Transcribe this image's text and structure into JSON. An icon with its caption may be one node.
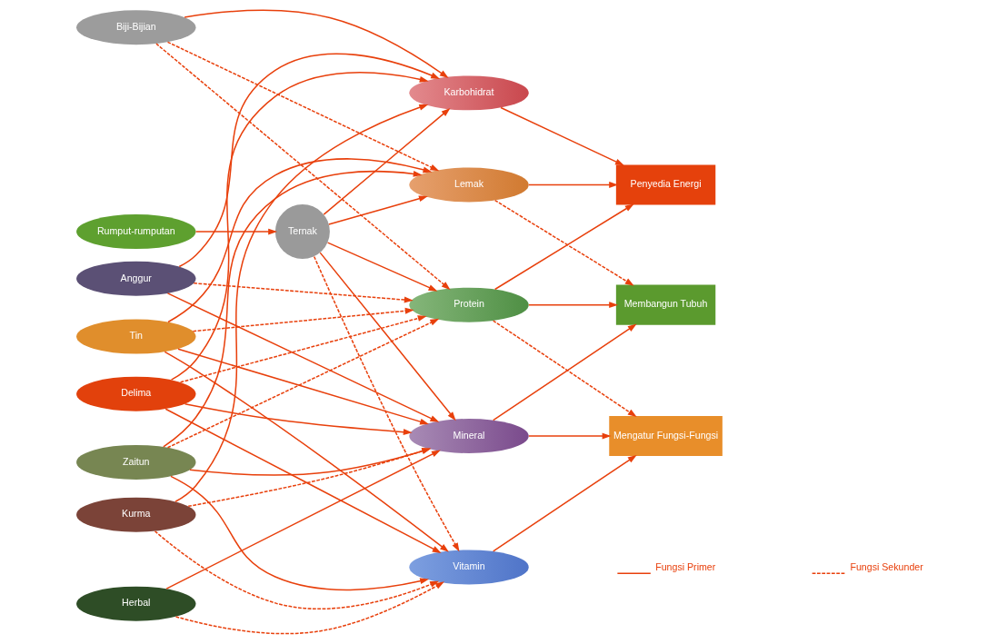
{
  "diagram": {
    "nodes": [
      {
        "text": [
          "Biji-Bijian"
        ]
      },
      {
        "text": [
          "Kurma"
        ]
      },
      {
        "text": [
          "Zaitun"
        ]
      },
      {
        "text": [
          "Anggur"
        ]
      },
      {
        "text": [
          "Delima"
        ]
      },
      {
        "text": [
          "Tin"
        ]
      },
      {
        "text": [
          "Herbal"
        ]
      },
      {
        "text": [
          "Rumput-rumputan"
        ]
      },
      {
        "text": [
          "Ternak"
        ]
      },
      {
        "text": [
          "Karbohidrat"
        ]
      },
      {
        "text": [
          "Lemak"
        ]
      },
      {
        "text": [
          "Protein"
        ]
      },
      {
        "text": [
          "Mineral"
        ]
      },
      {
        "text": [
          "Vitamin"
        ]
      },
      {
        "text": [
          "Penyedia Energi"
        ]
      },
      {
        "text": [
          "Membangun Tubuh"
        ]
      },
      {
        "text": [
          "Mengatur Fungsi-Fungsi"
        ]
      }
    ],
    "edges": [
      {
        "from": 0,
        "to": 9,
        "arrow": "to"
      },
      {
        "from": 0,
        "to": 10,
        "arrow": "to",
        "style": "dashed"
      },
      {
        "from": 0,
        "to": 11,
        "arrow": "to",
        "style": "dashed"
      },
      {
        "from": 1,
        "to": 9,
        "arrow": "to"
      },
      {
        "from": 1,
        "to": 12,
        "arrow": "to",
        "style": "dashed"
      },
      {
        "from": 1,
        "to": 13,
        "arrow": "to",
        "style": "dashed"
      },
      {
        "from": 2,
        "to": 10,
        "arrow": "to"
      },
      {
        "from": 2,
        "to": 11,
        "arrow": "to",
        "style": "dashed"
      },
      {
        "from": 2,
        "to": 12,
        "arrow": "to"
      },
      {
        "from": 2,
        "to": 13,
        "arrow": "to"
      },
      {
        "from": 3,
        "to": 9,
        "arrow": "to"
      },
      {
        "from": 3,
        "to": 11,
        "arrow": "to",
        "style": "dashed"
      },
      {
        "from": 3,
        "to": 12,
        "arrow": "to"
      },
      {
        "from": 4,
        "to": 9,
        "arrow": "to"
      },
      {
        "from": 4,
        "to": 11,
        "arrow": "to",
        "style": "dashed"
      },
      {
        "from": 4,
        "to": 12,
        "arrow": "to"
      },
      {
        "from": 4,
        "to": 13,
        "arrow": "to"
      },
      {
        "from": 5,
        "to": 10,
        "arrow": "to"
      },
      {
        "from": 5,
        "to": 11,
        "arrow": "to",
        "style": "dashed"
      },
      {
        "from": 5,
        "to": 12,
        "arrow": "to"
      },
      {
        "from": 5,
        "to": 13,
        "arrow": "to"
      },
      {
        "from": 6,
        "to": 12,
        "arrow": "to"
      },
      {
        "from": 6,
        "to": 13,
        "arrow": "to",
        "style": "dashed"
      },
      {
        "from": 7,
        "to": 8,
        "arrow": "to"
      },
      {
        "from": 8,
        "to": 9,
        "arrow": "to"
      },
      {
        "from": 8,
        "to": 10,
        "arrow": "to"
      },
      {
        "from": 8,
        "to": 11,
        "arrow": "to"
      },
      {
        "from": 8,
        "to": 12,
        "arrow": "to"
      },
      {
        "from": 8,
        "to": 13,
        "arrow": "to",
        "style": "dashed"
      },
      {
        "from": 9,
        "to": 14,
        "arrow": "to"
      },
      {
        "from": 10,
        "to": 14,
        "arrow": "to"
      },
      {
        "from": 10,
        "to": 15,
        "arrow": "to",
        "style": "dashed"
      },
      {
        "from": 11,
        "to": 14,
        "arrow": "to"
      },
      {
        "from": 11,
        "to": 15,
        "arrow": "to"
      },
      {
        "from": 11,
        "to": 16,
        "arrow": "to",
        "style": "dashed"
      },
      {
        "from": 12,
        "to": 15,
        "arrow": "to"
      },
      {
        "from": 12,
        "to": 16,
        "arrow": "to"
      },
      {
        "from": 13,
        "to": 16,
        "arrow": "to"
      }
    ],
    "legend": [
      {
        "text": "Fungsi Primer"
      },
      {
        "text": "Fungsi Sekunder"
      }
    ]
  }
}
